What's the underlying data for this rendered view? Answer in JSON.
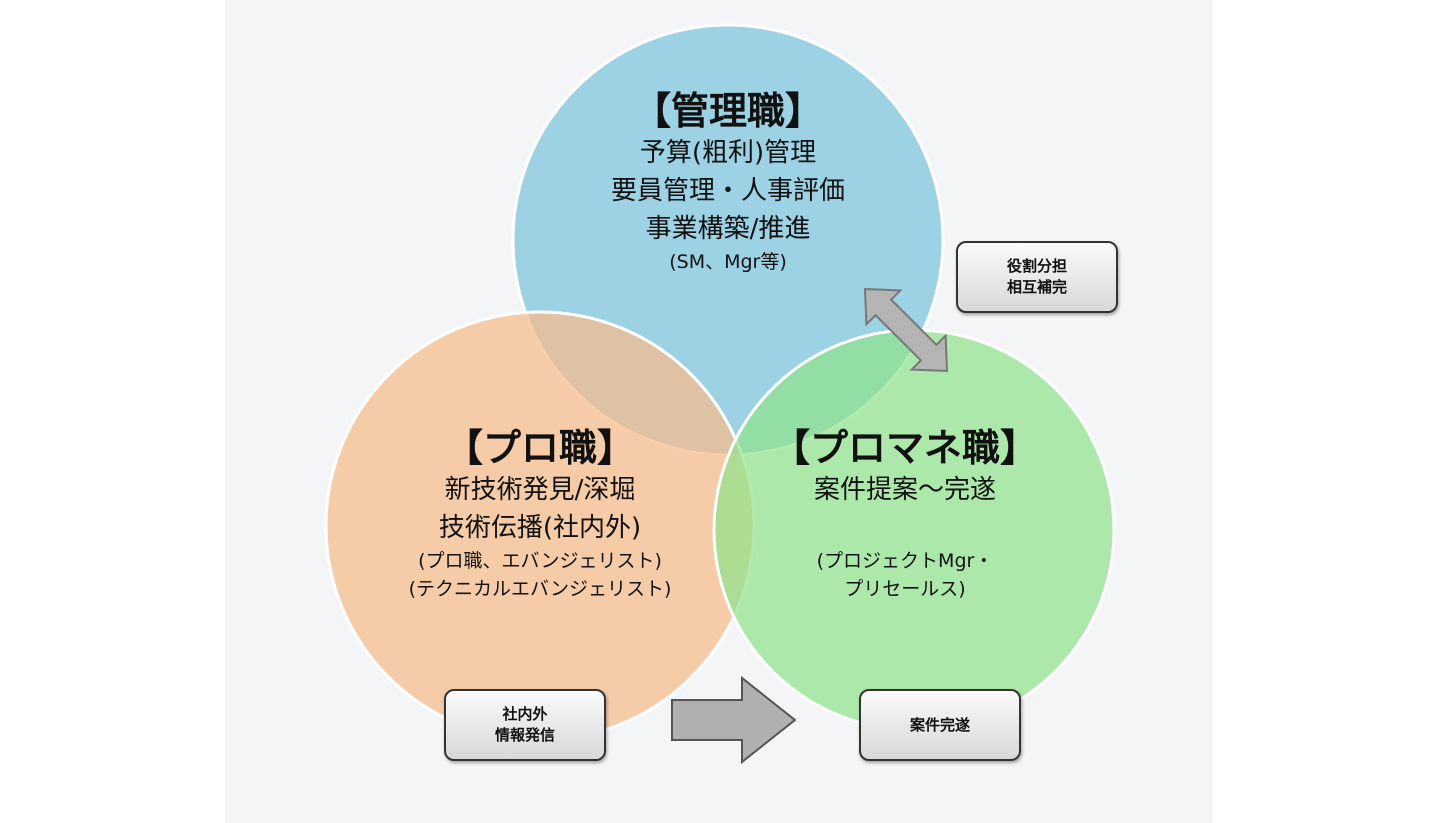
{
  "circles": {
    "management": {
      "title": "【管理職】",
      "lines": [
        "予算(粗利)管理",
        "要員管理・人事評価",
        "事業構築/推進"
      ],
      "note": "(SM、Mgr等)",
      "color": "#8ccbe0"
    },
    "professional": {
      "title": "【プロ職】",
      "lines": [
        "新技術発見/深堀",
        "技術伝播(社内外)"
      ],
      "notes": [
        "(プロ職、エバンジェリスト)",
        "(テクニカルエバンジェリスト)"
      ],
      "color": "#f6bc8e"
    },
    "project_manager": {
      "title": "【プロマネ職】",
      "lines": [
        "案件提案～完遂"
      ],
      "notes": [
        "(プロジェクトMgr・",
        "プリセールス)"
      ],
      "color": "#8fe38a"
    }
  },
  "boxes": {
    "role_sharing": [
      "役割分担",
      "相互補完"
    ],
    "info_sharing": [
      "社内外",
      "情報発信"
    ],
    "project_completion": "案件完遂"
  }
}
